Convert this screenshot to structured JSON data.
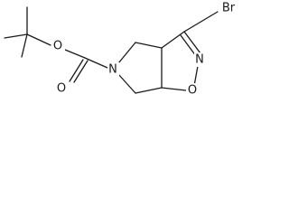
{
  "molecule": {
    "atoms": {
      "carbonyl_o": "O",
      "ester_o": "O",
      "ring_n": "N",
      "isoxazoline_n": "N",
      "ring_o": "O",
      "bromine": "Br"
    }
  }
}
